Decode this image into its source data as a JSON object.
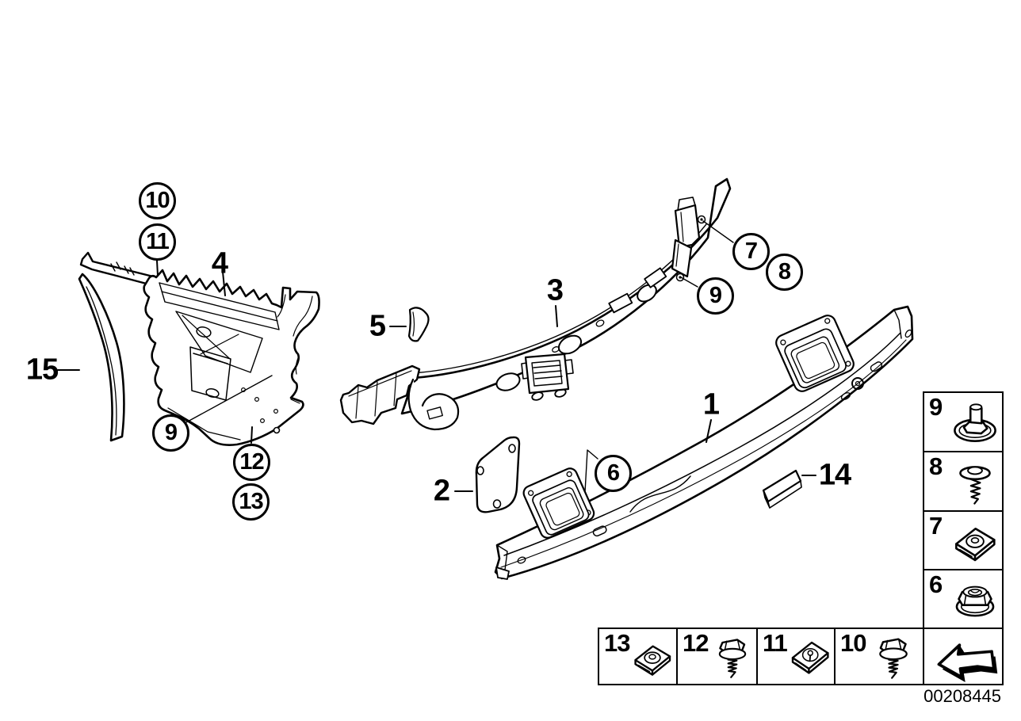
{
  "part_number": "00208445",
  "callouts": {
    "circled": {
      "c10": "10",
      "c11": "11",
      "c9_left": "9",
      "c12": "12",
      "c13": "13",
      "c7": "7",
      "c8": "8",
      "c9_right": "9",
      "c6": "6"
    },
    "plain": {
      "p1": "1",
      "p2": "2",
      "p3": "3",
      "p4": "4",
      "p5": "5",
      "p14": "14",
      "p15": "15"
    }
  },
  "legend": {
    "right_column": [
      {
        "number": "9",
        "icon": "grommet-nut-icon"
      },
      {
        "number": "8",
        "icon": "washer-screw-icon"
      },
      {
        "number": "7",
        "icon": "clip-nut-icon"
      },
      {
        "number": "6",
        "icon": "flange-nut-icon"
      }
    ],
    "bottom_row": [
      {
        "number": "13",
        "icon": "clip-nut-icon"
      },
      {
        "number": "12",
        "icon": "hex-screw-icon"
      },
      {
        "number": "11",
        "icon": "keyhole-clip-icon"
      },
      {
        "number": "10",
        "icon": "hex-screw-icon"
      }
    ],
    "arrow_box": {
      "icon": "direction-arrow-icon"
    }
  }
}
